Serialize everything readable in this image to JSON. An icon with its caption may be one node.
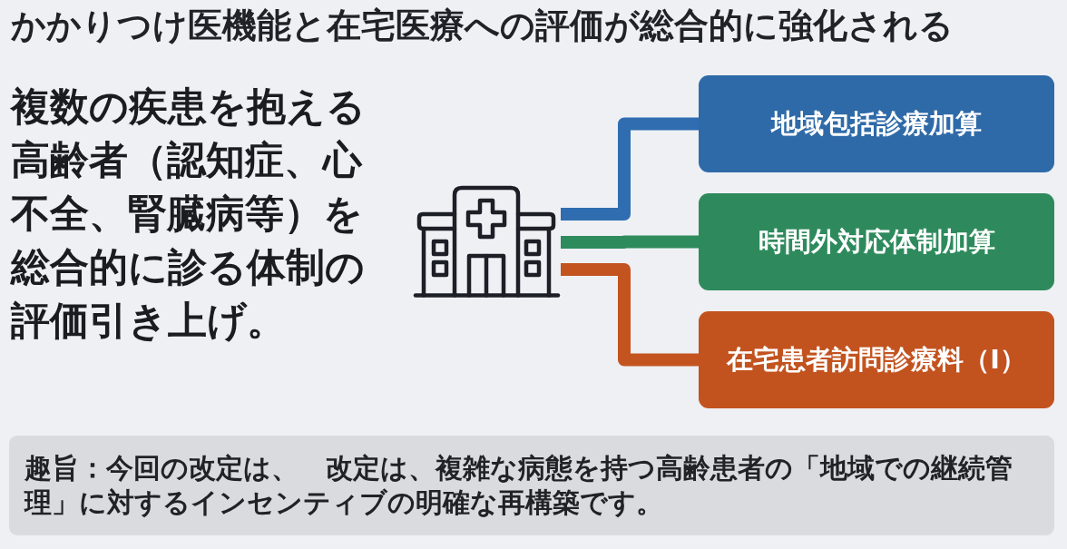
{
  "diagram": {
    "title": "かかりつけ医機能と在宅医療への評価が総合的に強化される",
    "nodes": [
      {
        "text": [],
        "shape": "picture"
      },
      {
        "text": [
          "地域包括診療加算"
        ]
      },
      {
        "text": [
          "時間外対応体制加算"
        ]
      },
      {
        "text": [
          "在宅患者訪問診療料（Ⅰ）"
        ]
      },
      {
        "text": [
          "趣旨：今回の改定は、　改定は、複雑な病態を持つ高齢患者の「地域での継続管理」に対するインセンティブの明確な再構築です。"
        ]
      }
    ],
    "edges": [
      {
        "from": 0,
        "to": 1,
        "arrow": "none",
        "color": "#2f6db0"
      },
      {
        "from": 0,
        "to": 2,
        "arrow": "none",
        "color": "#2e8b5b"
      },
      {
        "from": 0,
        "to": 3,
        "arrow": "none",
        "color": "#c4541f"
      }
    ],
    "labels": [
      "複数の疾患を抱える高齢者（認知症、心不全、腎臓病等）を総合的に診る体制の評価引き上げ。"
    ]
  }
}
